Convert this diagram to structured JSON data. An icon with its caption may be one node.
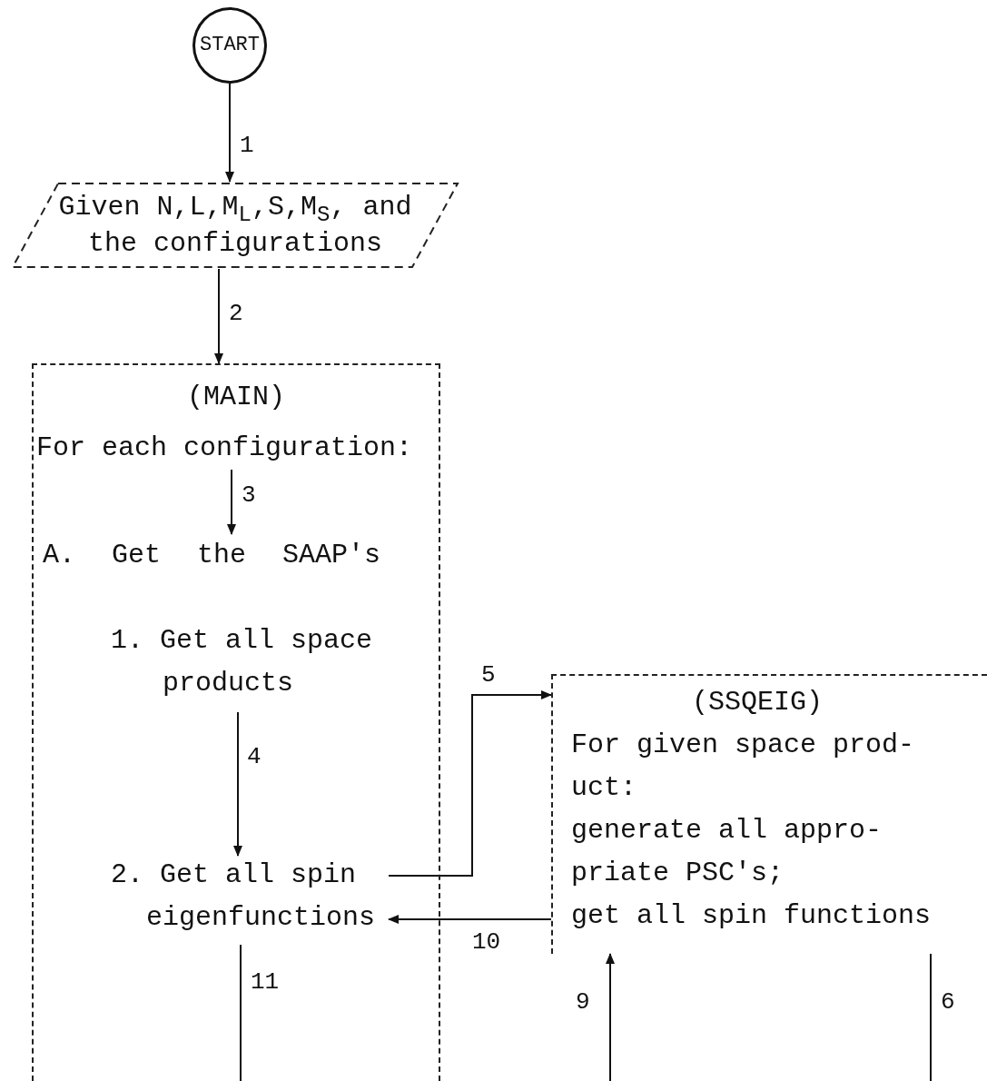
{
  "diagram": {
    "nodes": [
      {
        "text": [
          "START"
        ]
      },
      {
        "text": [
          "Given N,L,M$_{L}$,S,M$_{S}$, and the configurations"
        ]
      },
      {
        "text": [
          "(MAIN)"
        ]
      },
      {
        "text": [
          "For each configuration:"
        ],
        "in": 2
      },
      {
        "text": [
          "A. Get the SAAP's"
        ],
        "in": 2
      },
      {
        "text": [
          "1. Get all space products"
        ],
        "in": 2
      },
      {
        "text": [
          "2. Get all spin eigenfunctions"
        ],
        "in": 2
      },
      {
        "text": [
          "(SSQEIG)",
          "For given space prod- uct:",
          "generate all appro- priate PSC's;",
          "get all spin functions"
        ]
      }
    ],
    "edges": [
      {
        "from": 0,
        "to": 1,
        "arrow": "to",
        "label": "1"
      },
      {
        "from": 1,
        "to": 2,
        "arrow": "to",
        "label": "2"
      },
      {
        "from": 3,
        "to": 4,
        "arrow": "to",
        "label": "3"
      },
      {
        "from": 5,
        "to": 6,
        "arrow": "to",
        "label": "4"
      },
      {
        "from": 6,
        "to": 7,
        "arrow": "to",
        "label": "5"
      },
      {
        "from": 7,
        "to": 6,
        "arrow": "to",
        "label": "10"
      },
      {
        "from": null,
        "to": 7,
        "arrow": "to",
        "label": "9"
      },
      {
        "from": 7,
        "to": null,
        "arrow": "none",
        "label": "6"
      },
      {
        "from": 6,
        "to": null,
        "arrow": "none",
        "label": "11"
      }
    ]
  }
}
